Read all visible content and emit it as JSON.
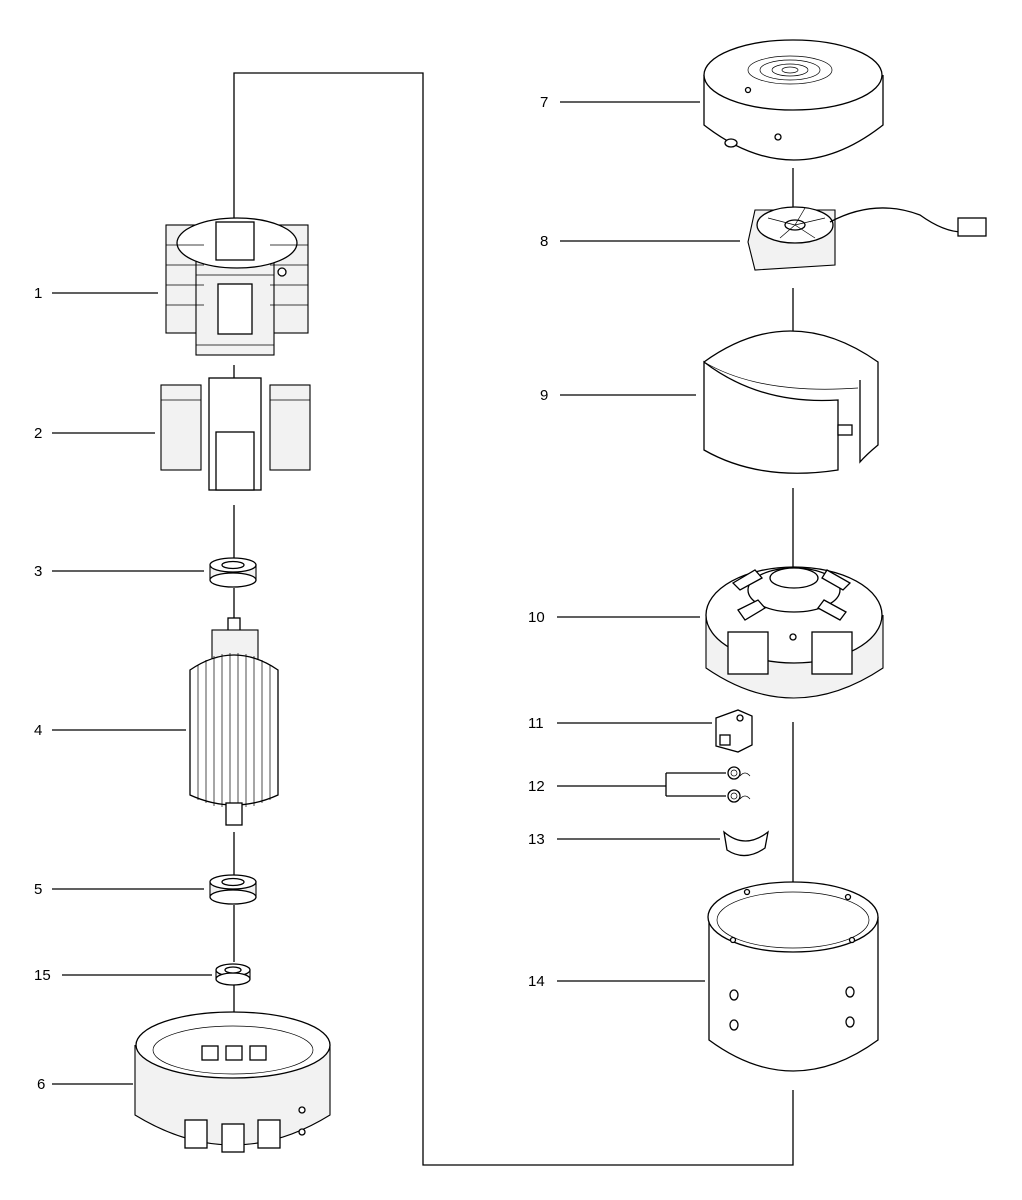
{
  "callouts": {
    "c1": "1",
    "c2": "2",
    "c3": "3",
    "c4": "4",
    "c5": "5",
    "c15": "15",
    "c6": "6",
    "c7": "7",
    "c8": "8",
    "c9": "9",
    "c10": "10",
    "c11": "11",
    "c12": "12",
    "c13": "13",
    "c14": "14"
  }
}
